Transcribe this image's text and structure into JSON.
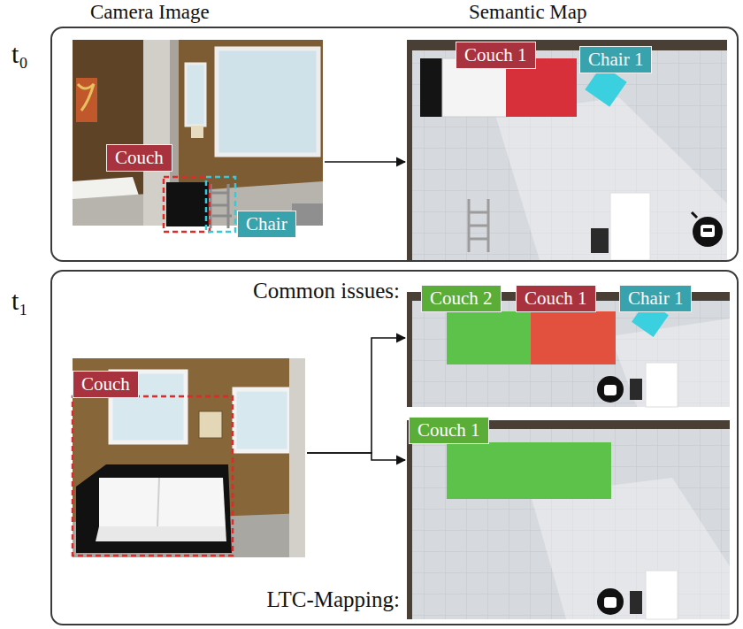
{
  "diagram": {
    "nodes": [
      {
        "text": [
          "t₀"
        ]
      },
      {
        "text": [
          "Camera Image"
        ],
        "in": 0
      },
      {
        "text": [
          "Couch"
        ],
        "in": 1
      },
      {
        "text": [
          "Chair"
        ],
        "in": 1
      },
      {
        "text": [
          "Semantic Map"
        ],
        "in": 0
      },
      {
        "text": [
          "Couch 1"
        ],
        "in": 4
      },
      {
        "text": [
          "Chair 1"
        ],
        "in": 4
      },
      {
        "text": [
          "t₁"
        ]
      },
      {
        "text": [],
        "in": 7
      },
      {
        "text": [
          "Couch"
        ],
        "in": 8
      },
      {
        "text": [
          "Common issues:"
        ],
        "in": 7
      },
      {
        "text": [
          "Couch 2"
        ],
        "in": 10
      },
      {
        "text": [
          "Couch 1"
        ],
        "in": 10
      },
      {
        "text": [
          "Chair 1"
        ],
        "in": 10
      },
      {
        "text": [
          "LTC-Mapping:"
        ],
        "in": 7
      },
      {
        "text": [
          "Couch 1"
        ],
        "in": 14
      }
    ],
    "edges": [
      {
        "from": 1,
        "to": 4,
        "arrow": "to"
      },
      {
        "from": 8,
        "to": 10,
        "arrow": "to"
      },
      {
        "from": 8,
        "to": 14,
        "arrow": "to"
      }
    ]
  }
}
